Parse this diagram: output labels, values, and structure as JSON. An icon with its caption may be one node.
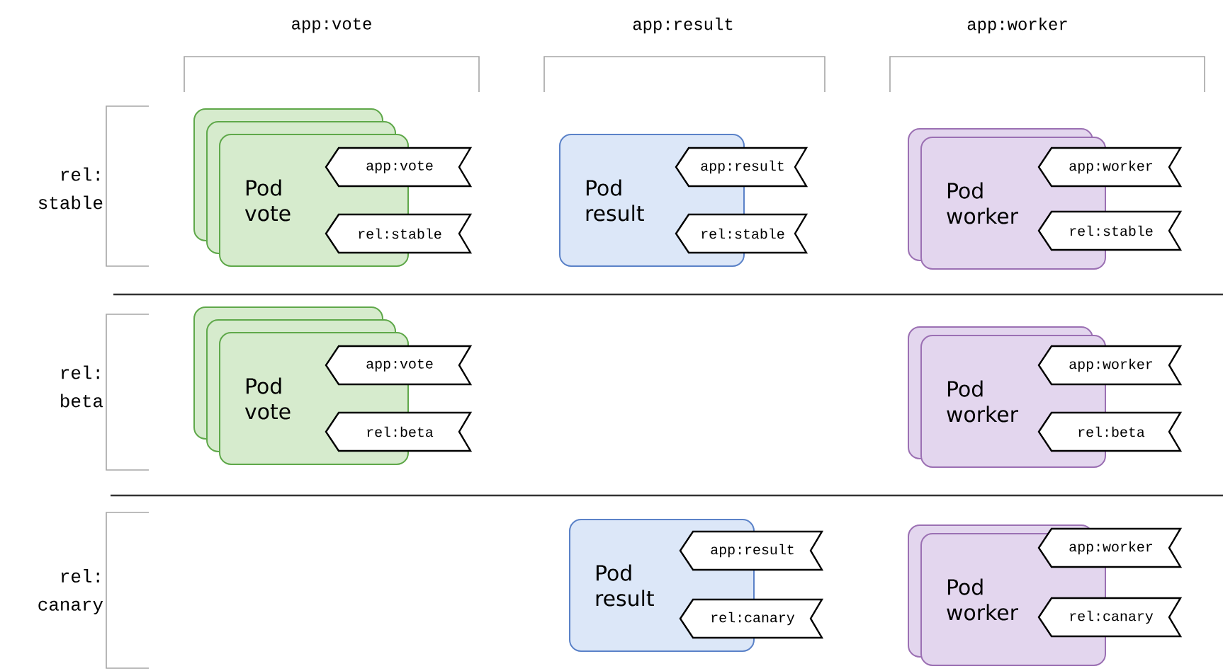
{
  "diagram": {
    "nodes": [
      {
        "text": [
          "Pod vote"
        ]
      },
      {
        "text": [
          "app:vote"
        ]
      },
      {
        "text": [
          "rel:stable"
        ]
      },
      {
        "text": [
          "Pod result"
        ]
      },
      {
        "text": [
          "app:result"
        ]
      },
      {
        "text": [
          "rel:stable"
        ]
      },
      {
        "text": [
          "Pod worker"
        ]
      },
      {
        "text": [
          "app:worker"
        ]
      },
      {
        "text": [
          "rel:stable"
        ]
      },
      {
        "text": [
          "Pod vote"
        ]
      },
      {
        "text": [
          "app:vote"
        ]
      },
      {
        "text": [
          "rel:beta"
        ]
      },
      {
        "text": [
          "Pod worker"
        ]
      },
      {
        "text": [
          "app:worker"
        ]
      },
      {
        "text": [
          "rel:beta"
        ]
      },
      {
        "text": [
          "Pod result"
        ]
      },
      {
        "text": [
          "app:result"
        ]
      },
      {
        "text": [
          "rel:canary"
        ]
      },
      {
        "text": [
          "Pod worker"
        ]
      },
      {
        "text": [
          "app:worker"
        ]
      },
      {
        "text": [
          "rel:canary"
        ]
      }
    ],
    "labels": [
      "app:vote",
      "app:result",
      "app:worker",
      "rel: stable",
      "rel: beta",
      "rel: canary"
    ]
  }
}
